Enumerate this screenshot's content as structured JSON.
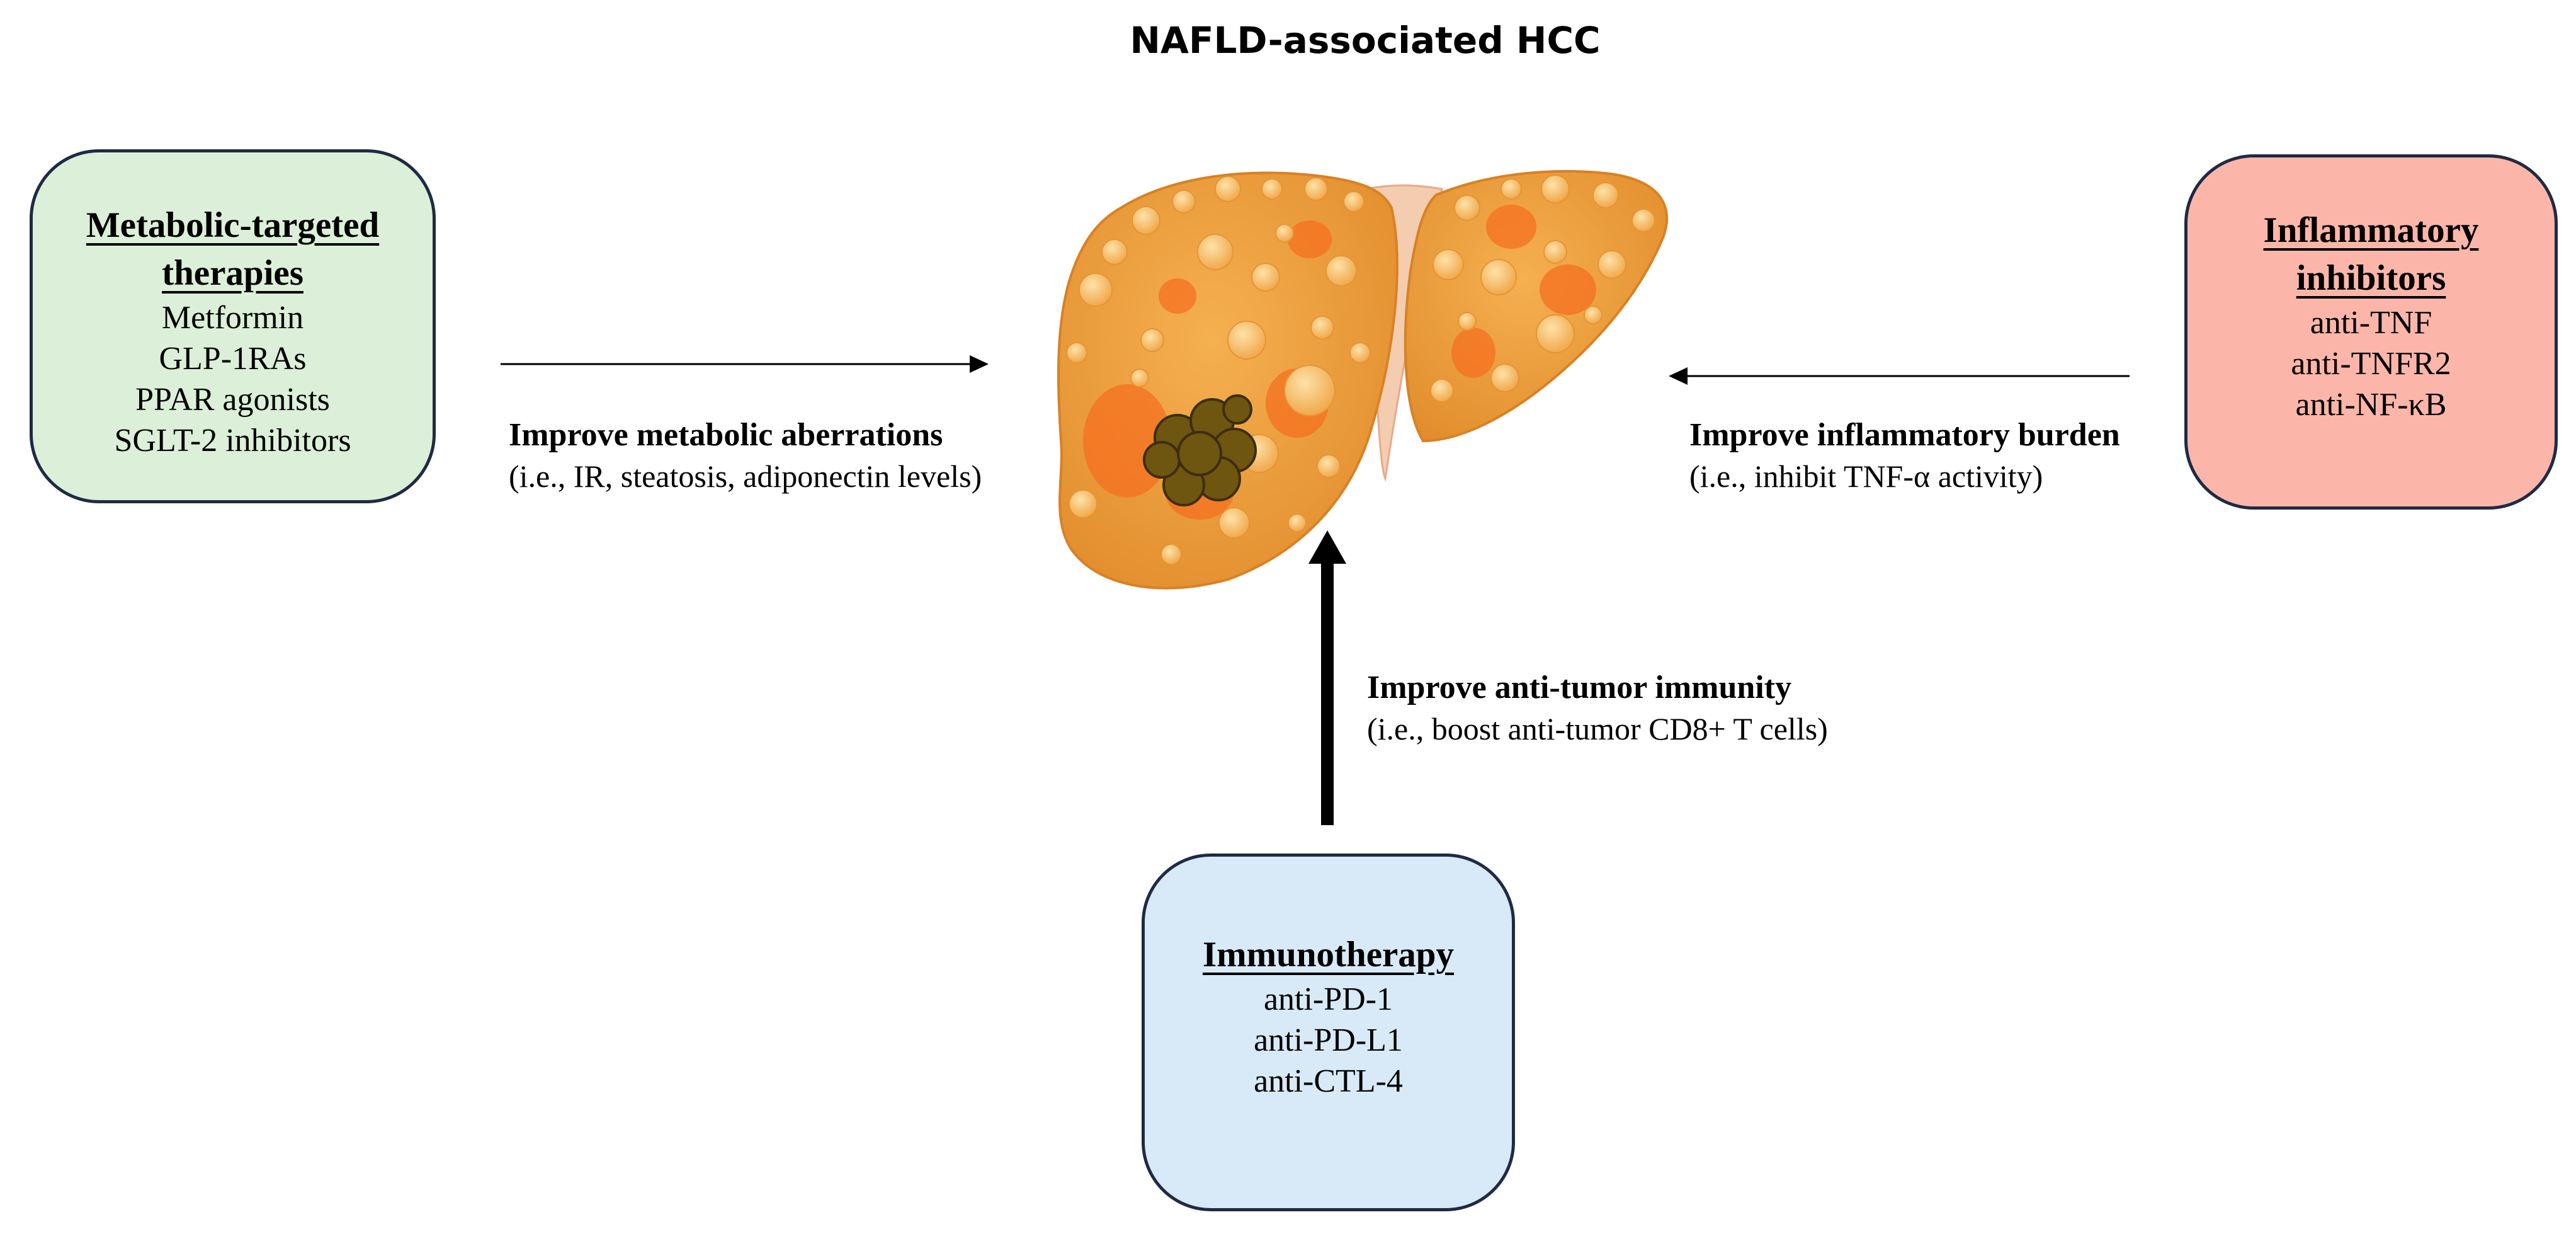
{
  "title": "NAFLD-associated HCC",
  "boxes": {
    "metabolic": {
      "title_line1": "Metabolic-targeted",
      "title_line2": "therapies",
      "items": [
        "Metformin",
        "GLP-1RAs",
        "PPAR agonists",
        "SGLT-2 inhibitors"
      ],
      "fill": "#dcefd8"
    },
    "inflammatory": {
      "title_line1": "Inflammatory",
      "title_line2": "inhibitors",
      "items": [
        "anti-TNF",
        "anti-TNFR2",
        "anti-NF-κB"
      ],
      "fill": "#fbb6a9"
    },
    "immuno": {
      "title": "Immunotherapy",
      "items": [
        "anti-PD-1",
        "anti-PD-L1",
        "anti-CTL-4"
      ],
      "fill": "#d8e9f7"
    }
  },
  "captions": {
    "metabolic": {
      "title": "Improve metabolic aberrations",
      "sub": "(i.e., IR, steatosis, adiponectin levels)"
    },
    "inflammatory": {
      "title": "Improve inflammatory burden",
      "sub": "(i.e., inhibit TNF-α activity)"
    },
    "immuno": {
      "title": "Improve anti-tumor immunity",
      "sub": "(i.e., boost anti-tumor CD8+ T cells)"
    }
  },
  "colors": {
    "box_border": "#1f2a44",
    "liver_base": "#f0a040",
    "liver_spots": "#f5c070",
    "liver_lesion": "#f57020",
    "tumor": "#6e5510"
  }
}
